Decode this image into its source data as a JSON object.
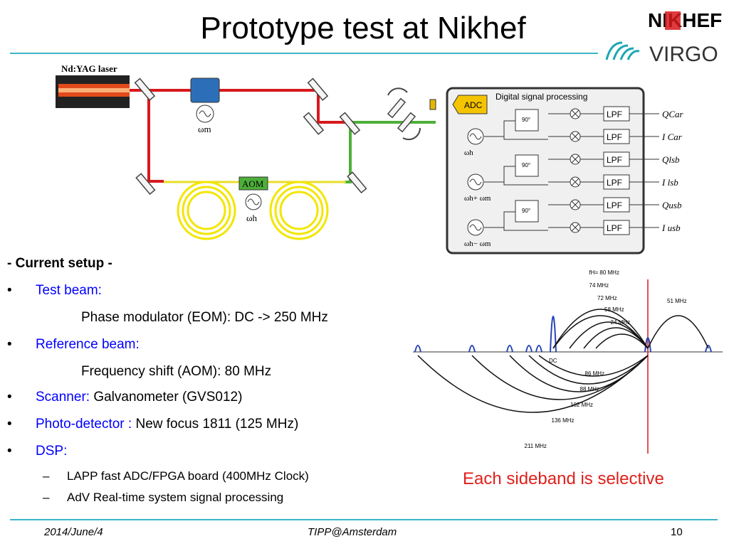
{
  "slide": {
    "title": "Prototype test at Nikhef",
    "setup_heading": "- Current setup -",
    "bullets": [
      {
        "label": "Test beam:",
        "detail": "Phase modulator (EOM): DC -> 250 MHz"
      },
      {
        "label": "Reference beam:",
        "detail": "Frequency shift (AOM): 80 MHz"
      },
      {
        "label": "Scanner:",
        "value": " Galvanometer (GVS012)"
      },
      {
        "label": "Photo-detector :",
        "value": " New focus 1811 (125 MHz)"
      },
      {
        "label": "DSP:"
      }
    ],
    "sub_bullets": [
      "LAPP fast ADC/FPGA board (400MHz Clock)",
      "AdV Real-time system signal processing"
    ],
    "caption": "Each sideband is selective",
    "bullet_char": "•",
    "dash_char": "–"
  },
  "logos": {
    "nikhef": "NIKHEF",
    "virgo": "VIRGO"
  },
  "setup": {
    "laser_label": "Nd:YAG laser",
    "omega_m": "ωm",
    "aom_label": "AOM",
    "omega_h": "ωh",
    "adc_label": "ADC",
    "dsp_title": "Digital signal processing",
    "lpf_label": "LPF",
    "phase_label": "90°",
    "osc_labels": [
      "ωh",
      "ωh+ ωm",
      "ωh− ωm"
    ],
    "outputs": [
      "QCar",
      "I Car",
      "Qlsb",
      "I lsb",
      "Qusb",
      "I usb"
    ]
  },
  "spectrum": {
    "upper_labels": [
      "fH= 80 MHz",
      "74 MHz",
      "72 MHz",
      "58 MHz",
      "24 MHz",
      "51 MHz"
    ],
    "lower_labels": [
      "DC",
      "86 MHz",
      "88 MHz",
      "102 MHz",
      "136 MHz",
      "211 MHz"
    ]
  },
  "footer": {
    "date": "2014/June/4",
    "event": "TIPP@Amsterdam",
    "page": "10"
  },
  "colors": {
    "accent_rule": "#3cb5c8",
    "link_blue": "#0000ff",
    "caption_red": "#e0201b",
    "laser_red": "#d7191c",
    "beam_green": "#4daf3a",
    "fiber_yellow": "#f2e600"
  }
}
